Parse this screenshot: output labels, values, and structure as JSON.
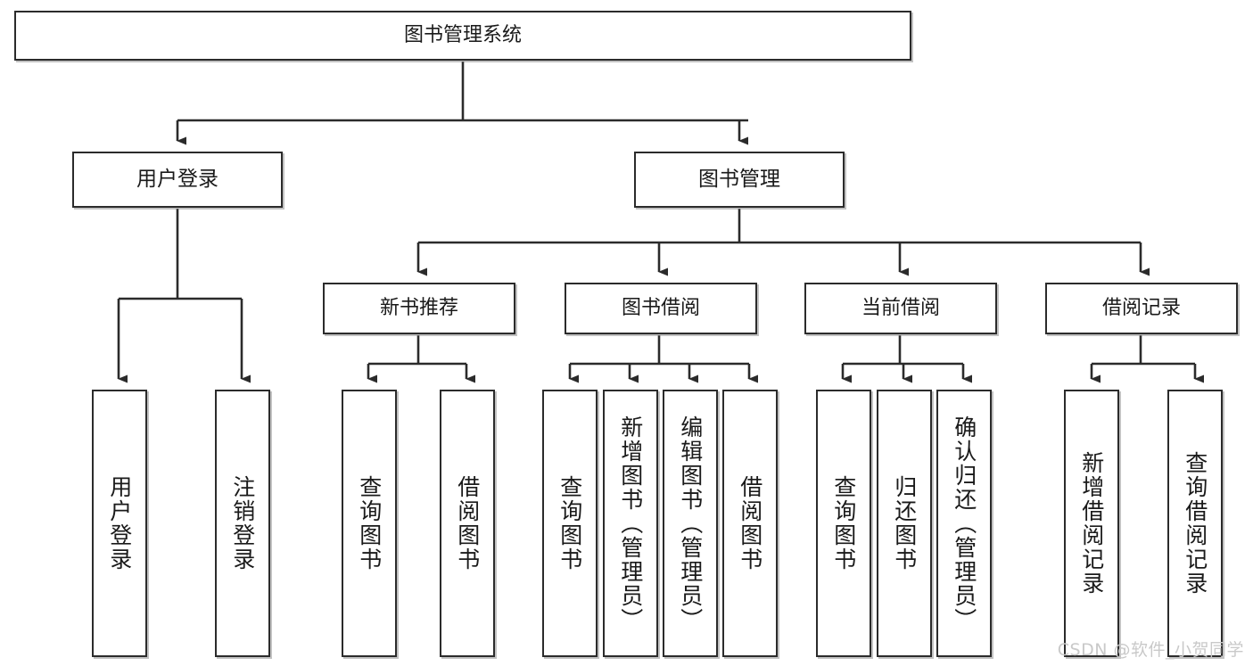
{
  "diagram": {
    "type": "tree",
    "title": "图书管理系统",
    "watermark": "CSDN @软件_小贺同学",
    "colors": {
      "box_border": "#2b2b2b",
      "box_fill": "#ffffff",
      "connector": "#2b2b2b",
      "text": "#1a1a1a",
      "watermark": "#c9c9c9"
    },
    "nodes": {
      "root": "图书管理系统",
      "level1": [
        {
          "id": "user-login",
          "label": "用户登录"
        },
        {
          "id": "book-manage",
          "label": "图书管理"
        }
      ],
      "level2": [
        {
          "id": "new-book-rec",
          "label": "新书推荐"
        },
        {
          "id": "book-borrow",
          "label": "图书借阅"
        },
        {
          "id": "current-borrow",
          "label": "当前借阅"
        },
        {
          "id": "borrow-record",
          "label": "借阅记录"
        }
      ],
      "leaves": {
        "user-login": [
          {
            "id": "leaf-user-login",
            "label": "用户登录"
          },
          {
            "id": "leaf-logout",
            "label": "注销登录"
          }
        ],
        "new-book-rec": [
          {
            "id": "leaf-query-book-1",
            "label": "查询图书"
          },
          {
            "id": "leaf-borrow-book-1",
            "label": "借阅图书"
          }
        ],
        "book-borrow": [
          {
            "id": "leaf-query-book-2",
            "label": "查询图书"
          },
          {
            "id": "leaf-add-book",
            "label": "新增图书（管理员）"
          },
          {
            "id": "leaf-edit-book",
            "label": "编辑图书（管理员）"
          },
          {
            "id": "leaf-borrow-book-2",
            "label": "借阅图书"
          }
        ],
        "current-borrow": [
          {
            "id": "leaf-query-book-3",
            "label": "查询图书"
          },
          {
            "id": "leaf-return-book",
            "label": "归还图书"
          },
          {
            "id": "leaf-confirm-return",
            "label": "确认归还（管理员）"
          }
        ],
        "borrow-record": [
          {
            "id": "leaf-add-record",
            "label": "新增借阅记录"
          },
          {
            "id": "leaf-query-record",
            "label": "查询借阅记录"
          }
        ]
      }
    }
  }
}
